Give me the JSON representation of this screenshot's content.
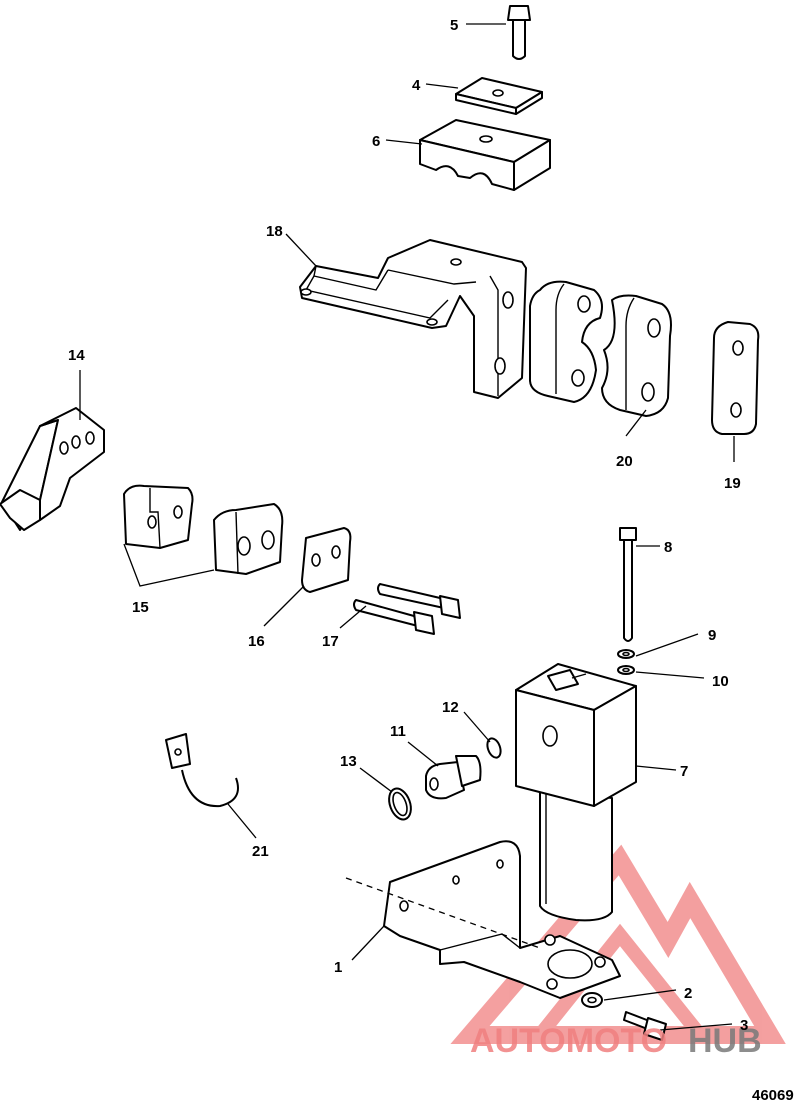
{
  "document_number": "46069",
  "watermark": {
    "text_part1": "AUTOMOTO",
    "text_part2": "HUB",
    "accent_color": "#f08080",
    "hub_color": "#7a7a7a"
  },
  "callouts": {
    "c1": "1",
    "c2": "2",
    "c3": "3",
    "c4": "4",
    "c5": "5",
    "c6": "6",
    "c7": "7",
    "c8": "8",
    "c9": "9",
    "c10": "10",
    "c11": "11",
    "c12": "12",
    "c13": "13",
    "c14": "14",
    "c15": "15",
    "c16": "16",
    "c17": "17",
    "c18": "18",
    "c19": "19",
    "c20": "20",
    "c21": "21"
  },
  "colors": {
    "line": "#000000",
    "background": "#ffffff"
  }
}
